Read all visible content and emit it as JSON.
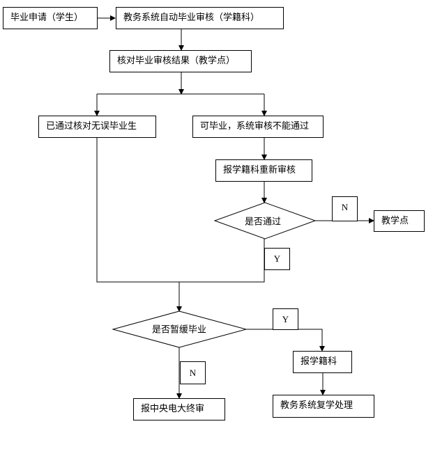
{
  "nodes": {
    "apply": "毕业申请（学生）",
    "auto_audit": "教务系统自动毕业审核（学籍科）",
    "verify": "核对毕业审核结果（教学点）",
    "passed": "已通过核对无误毕业生",
    "failed_system": "可毕业，系统审核不能通过",
    "reaudit": "报学籍科重新审核",
    "pass_decision": "是否通过",
    "teaching_point": "教学点",
    "defer_decision": "是否暂缓毕业",
    "report_registry": "报学籍科",
    "final_review": "报中央电大终审",
    "resume_study": "教务系统复学处理"
  },
  "edge_labels": {
    "pass_no": "N",
    "pass_yes": "Y",
    "defer_yes": "Y",
    "defer_no": "N"
  }
}
